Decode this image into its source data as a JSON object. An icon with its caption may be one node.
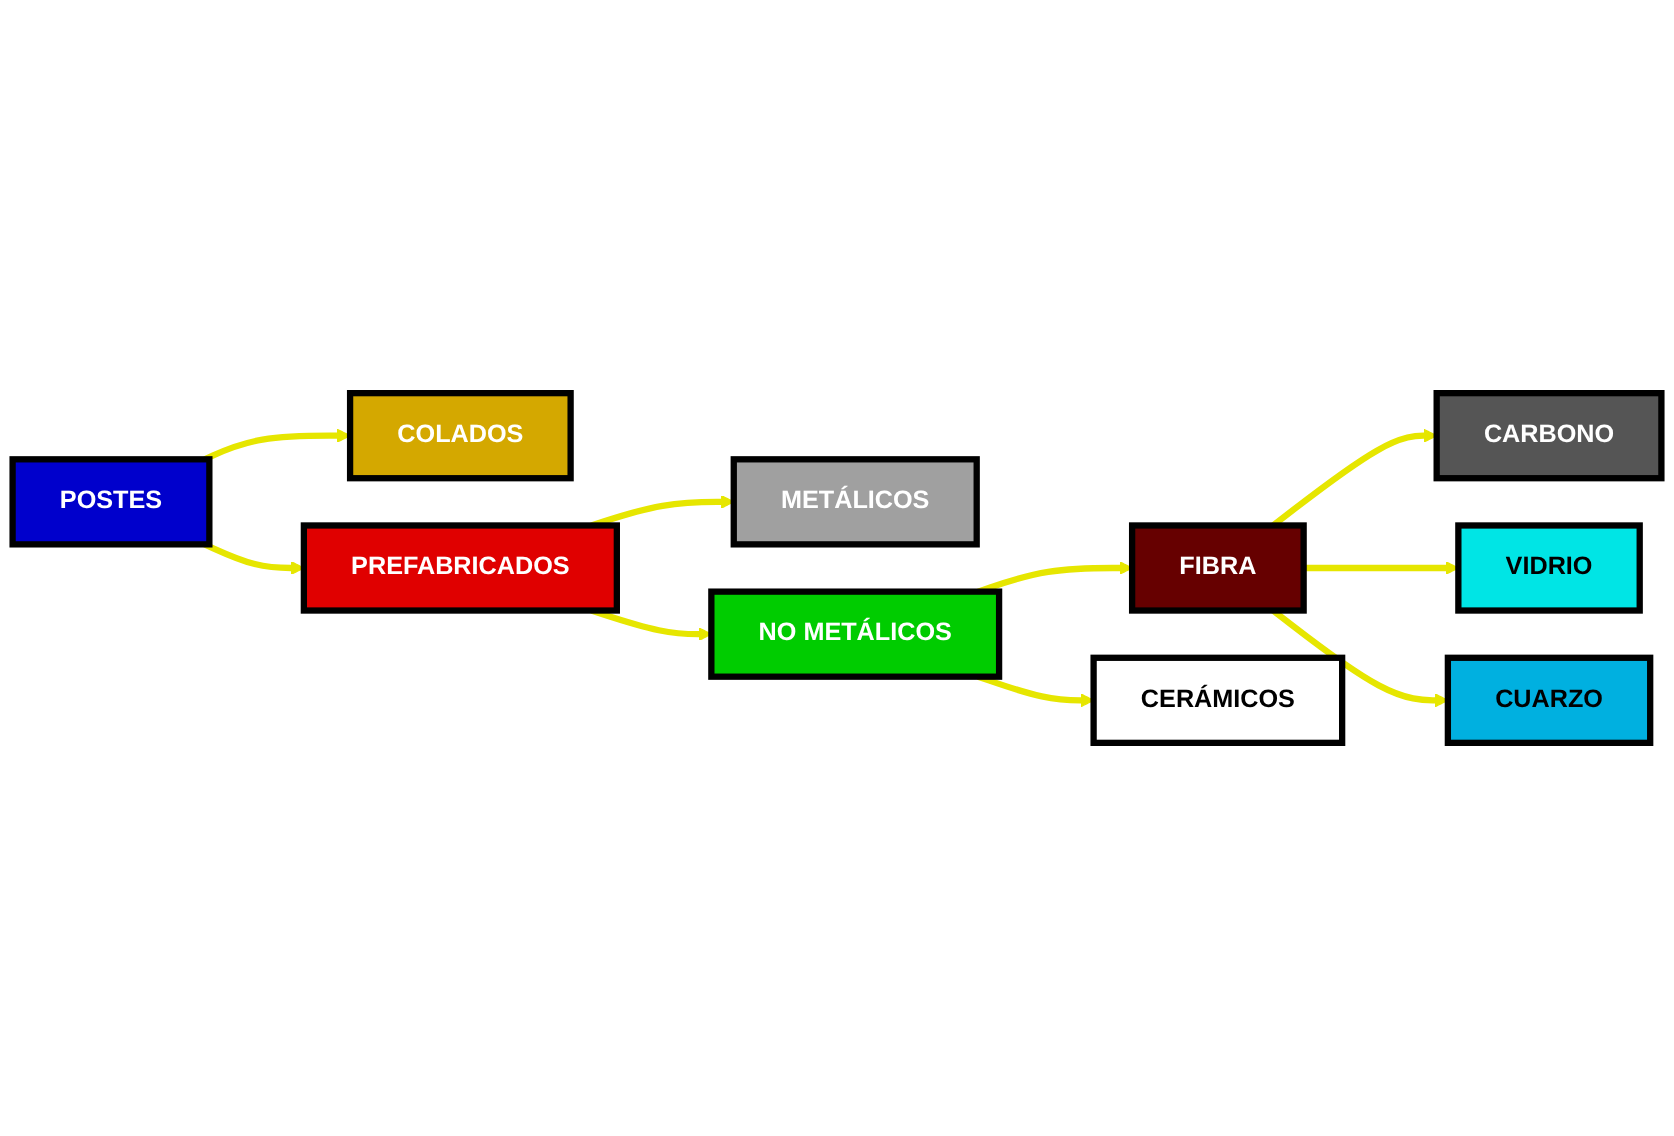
{
  "diagram": {
    "nodes": [
      {
        "text": [
          "POSTES"
        ]
      },
      {
        "text": [
          "COLADOS"
        ]
      },
      {
        "text": [
          "PREFABRICADOS"
        ]
      },
      {
        "text": [
          "METÁLICOS"
        ]
      },
      {
        "text": [
          "NO METÁLICOS"
        ]
      },
      {
        "text": [
          "CARBONO"
        ]
      },
      {
        "text": [
          "VIDRIO"
        ]
      },
      {
        "text": [
          "FIBRA"
        ]
      },
      {
        "text": [
          "CUARZO"
        ]
      },
      {
        "text": [
          "CERÁMICOS"
        ]
      }
    ],
    "edges": [
      {
        "from": 0,
        "to": 1,
        "arrow": "to"
      },
      {
        "from": 0,
        "to": 2,
        "arrow": "to"
      },
      {
        "from": 2,
        "to": 3,
        "arrow": "to"
      },
      {
        "from": 2,
        "to": 4,
        "arrow": "to"
      },
      {
        "from": 4,
        "to": 7,
        "arrow": "to"
      },
      {
        "from": 4,
        "to": 9,
        "arrow": "to"
      },
      {
        "from": 7,
        "to": 5,
        "arrow": "to"
      },
      {
        "from": 7,
        "to": 6,
        "arrow": "to"
      },
      {
        "from": 7,
        "to": 8,
        "arrow": "to"
      }
    ]
  }
}
